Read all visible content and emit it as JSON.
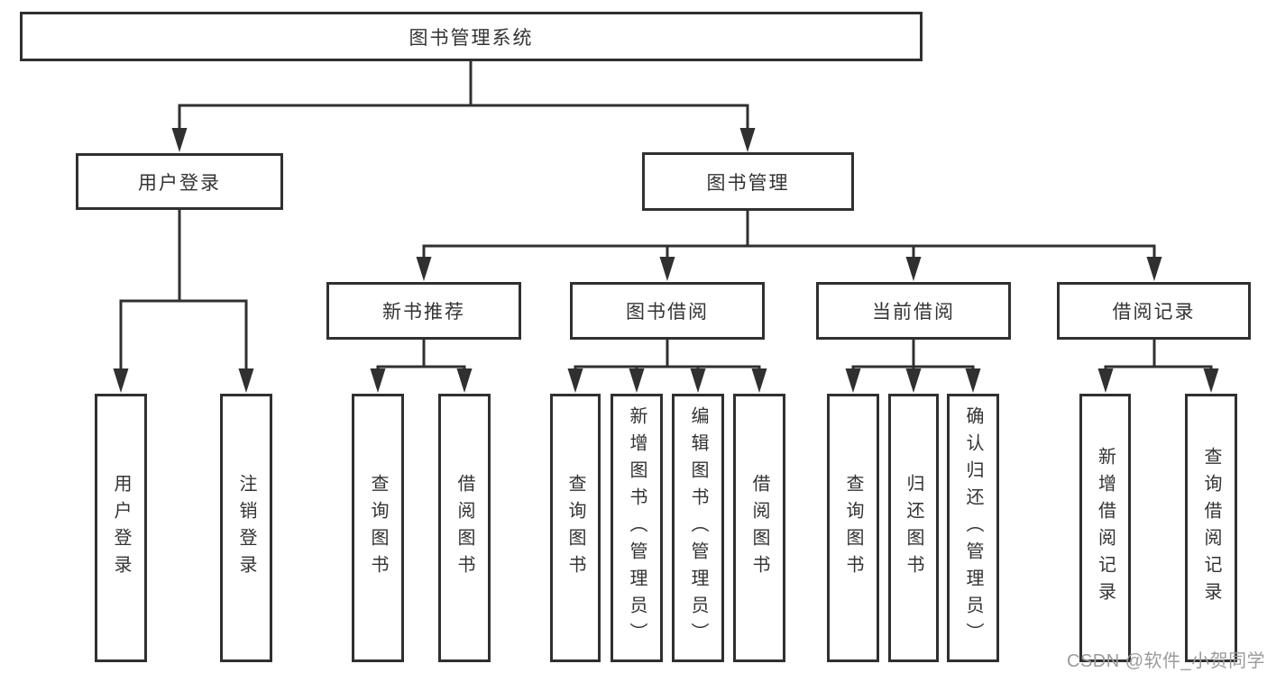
{
  "diagram": {
    "root": {
      "label": "图书管理系统"
    },
    "user_login": {
      "label": "用户登录",
      "children": [
        {
          "label": "用户登录"
        },
        {
          "label": "注销登录"
        }
      ]
    },
    "book_mgmt": {
      "label": "图书管理",
      "children": [
        {
          "label": "新书推荐",
          "children": [
            {
              "label": "查询图书"
            },
            {
              "label": "借阅图书"
            }
          ]
        },
        {
          "label": "图书借阅",
          "children": [
            {
              "label": "查询图书"
            },
            {
              "label": "新增图书（管理员）"
            },
            {
              "label": "编辑图书（管理员）"
            },
            {
              "label": "借阅图书"
            }
          ]
        },
        {
          "label": "当前借阅",
          "children": [
            {
              "label": "查询图书"
            },
            {
              "label": "归还图书"
            },
            {
              "label": "确认归还（管理员）"
            }
          ]
        },
        {
          "label": "借阅记录",
          "children": [
            {
              "label": "新增借阅记录"
            },
            {
              "label": "查询借阅记录"
            }
          ]
        }
      ]
    },
    "watermark": "CSDN @软件_小贺同学",
    "colors": {
      "line": "#303030",
      "text": "#333333",
      "watermark": "#9b9b9b",
      "background": "#ffffff"
    }
  }
}
